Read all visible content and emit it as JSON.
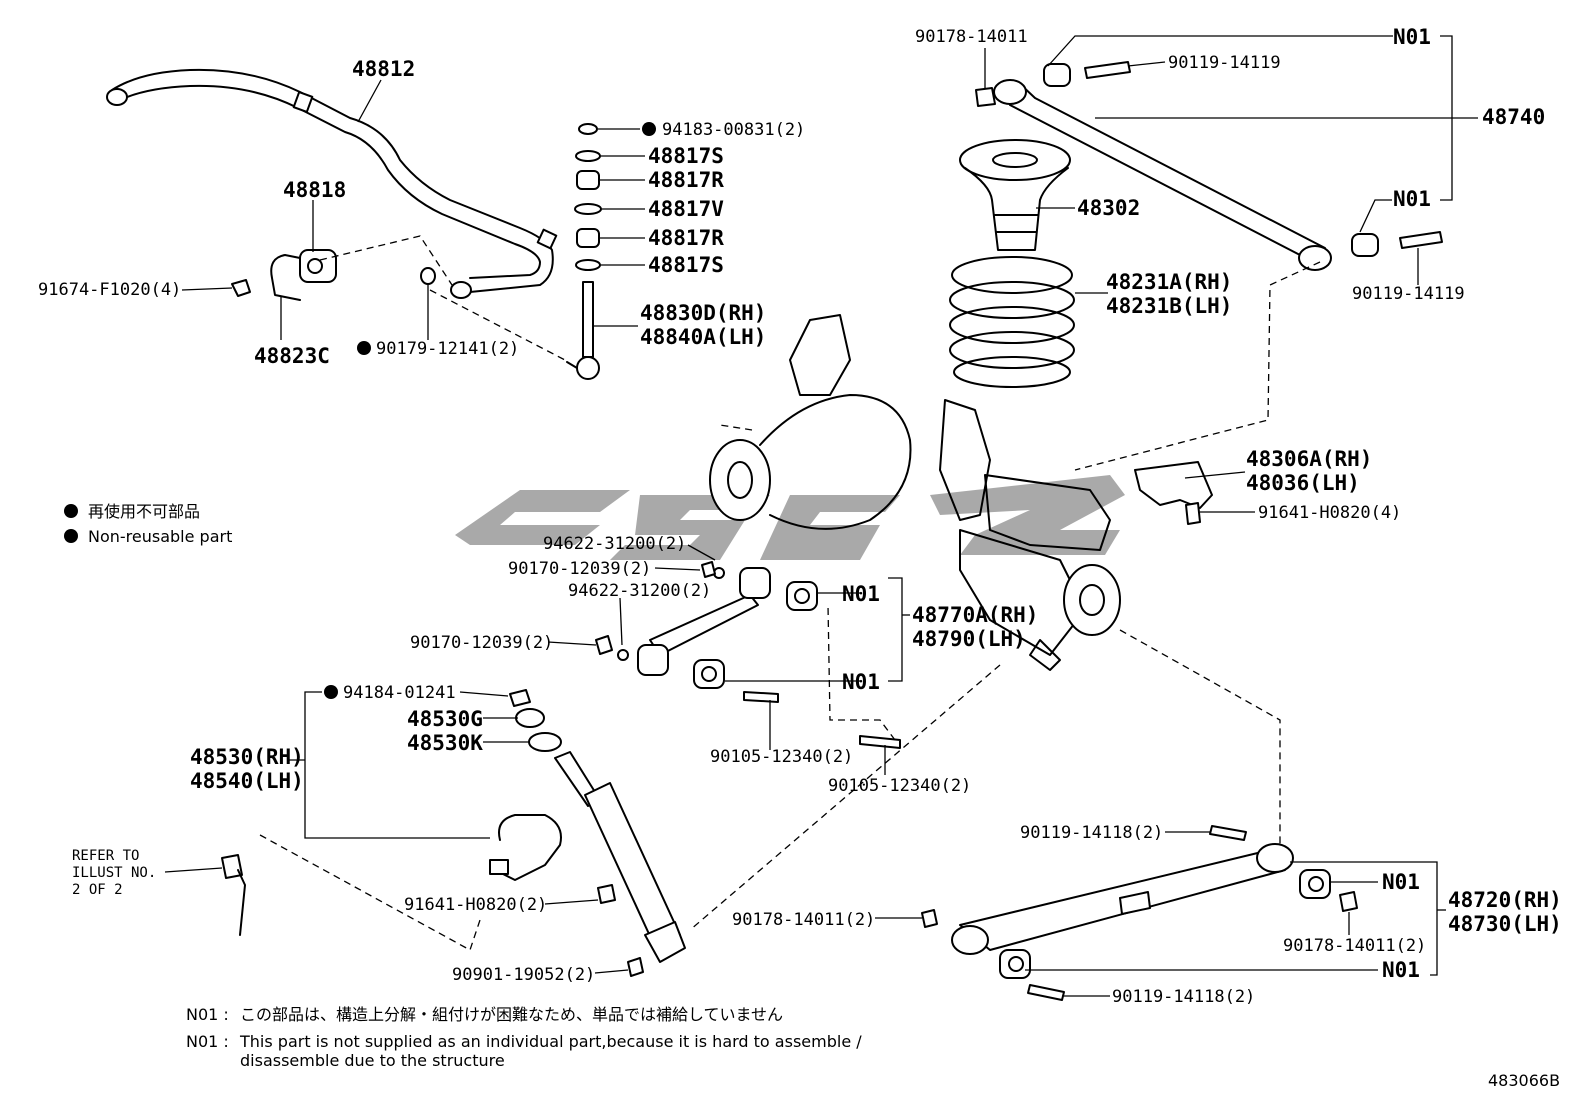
{
  "labels": {
    "p48812": "48812",
    "p48818": "48818",
    "p91674": "91674-F1020(4)",
    "p48823C": "48823C",
    "p90179": "90179-12141(2)",
    "p94183": "94183-00831(2)",
    "p48817S_a": "48817S",
    "p48817R_a": "48817R",
    "p48817V": "48817V",
    "p48817R_b": "48817R",
    "p48817S_b": "48817S",
    "p48830D": "48830D(RH)",
    "p48840A": "48840A(LH)",
    "p90178_top": "90178-14011",
    "p90119_top": "90119-14119",
    "n01_top": "N01",
    "p48740": "48740",
    "n01_mid": "N01",
    "p90119_right": "90119-14119",
    "p48302": "48302",
    "p48231A": "48231A(RH)",
    "p48231B": "48231B(LH)",
    "p48306A": "48306A(RH)",
    "p48036": "48036(LH)",
    "p91641_r": "91641-H0820(4)",
    "p94622_a": "94622-31200(2)",
    "p90170_a": "90170-12039(2)",
    "p94622_b": "94622-31200(2)",
    "n01_c1": "N01",
    "p48770A": "48770A(RH)",
    "p48790": "48790(LH)",
    "p90170_b": "90170-12039(2)",
    "n01_c2": "N01",
    "p94184": "94184-01241",
    "p48530G": "48530G",
    "p48530K": "48530K",
    "p48530": "48530(RH)",
    "p48540": "48540(LH)",
    "p90105_a": "90105-12340(2)",
    "p90105_b": "90105-12340(2)",
    "refer1": "REFER TO",
    "refer2": "ILLUST NO.",
    "refer3": "2 OF 2",
    "p91641_l": "91641-H0820(2)",
    "p90901": "90901-19052(2)",
    "p90119_118a": "90119-14118(2)",
    "p90178_b": "90178-14011(2)",
    "n01_d1": "N01",
    "p48720": "48720(RH)",
    "p48730": "48730(LH)",
    "p90178_c": "90178-14011(2)",
    "n01_d2": "N01",
    "p90119_118b": "90119-14118(2)"
  },
  "legend": {
    "jp": "再使用不可部品",
    "en": "Non-reusable part"
  },
  "notes": {
    "code1": "N01 :",
    "jp": "この部品は、構造上分解・組付けが困難なため、単品では補給していません",
    "code2": "N01 :",
    "en1": "This part is not supplied as an individual part,because it is hard to assemble /",
    "en2": "disassemble due to the structure"
  },
  "figure_id": "483066B",
  "colors": {
    "line": "#000000",
    "watermark": "#8c8c8c"
  }
}
